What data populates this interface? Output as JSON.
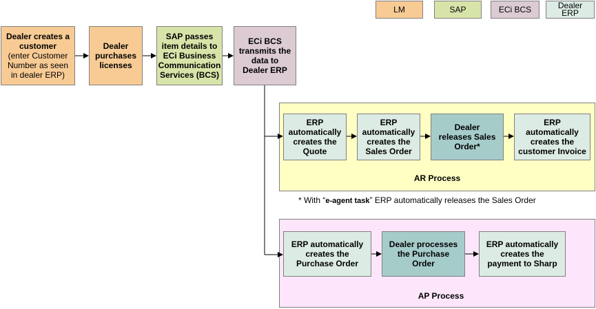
{
  "legend": {
    "lm": "LM",
    "sap": "SAP",
    "eci": "ECi BCS",
    "dealer_erp_line1": "Dealer",
    "dealer_erp_line2": "ERP"
  },
  "top_flow": {
    "step1_title": "Dealer creates a customer",
    "step1_detail": "(enter Customer Number as seen in dealer ERP)",
    "step2": "Dealer purchases licenses",
    "step3": "SAP passes item details to ECi Business Communication Services (BCS)",
    "step4": "ECi BCS transmits the data to Dealer ERP"
  },
  "ar_process": {
    "label": "AR Process",
    "step1": "ERP automatically creates the Quote",
    "step2": "ERP automatically creates the Sales Order",
    "step3": "Dealer releases Sales Order*",
    "step4": "ERP automatically creates the customer Invoice"
  },
  "footnote": {
    "prefix": "* With “",
    "task": "e-agent task",
    "suffix": "” ERP automatically releases the Sales Order"
  },
  "ap_process": {
    "label": "AP Process",
    "step1": "ERP automatically creates the Purchase Order",
    "step2": "Dealer processes the Purchase Order",
    "step3": "ERP automatically creates the payment to Sharp"
  }
}
